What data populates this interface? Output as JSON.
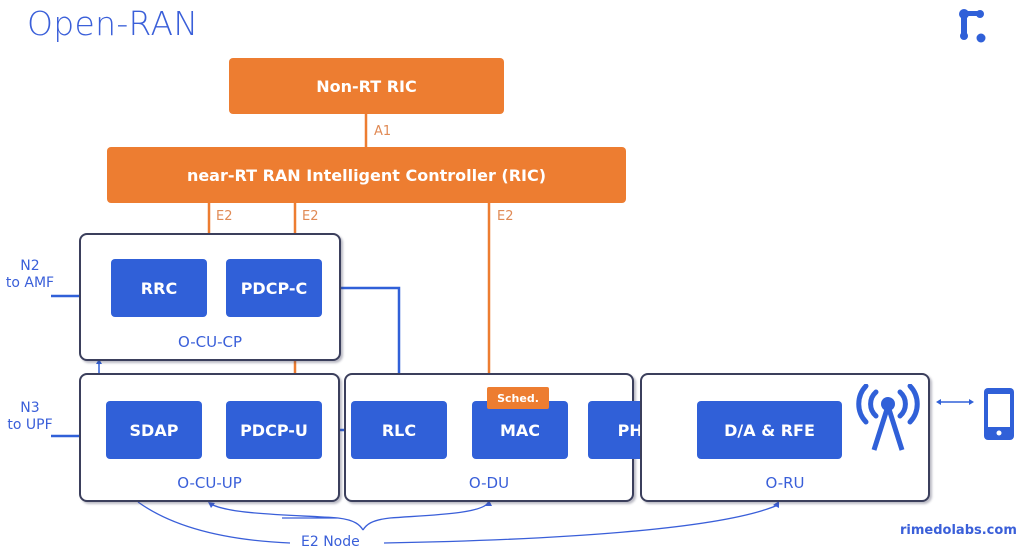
{
  "title": "Open-RAN",
  "logo_icon": "rimedo-logo-icon",
  "colors": {
    "orange": "#ed7d31",
    "blue": "#3060d8",
    "title_blue": "#3a5fd9",
    "border": "#3b3f5c"
  },
  "controllers": {
    "non_rt_ric": "Non-RT RIC",
    "a1_label": "A1",
    "near_rt_ric": "near-RT RAN Intelligent Controller (RIC)",
    "e2_labels": [
      "E2",
      "E2",
      "E2"
    ]
  },
  "external": {
    "n2": [
      "N2",
      "to AMF"
    ],
    "n3": [
      "N3",
      "to UPF"
    ]
  },
  "groups": {
    "o_cu_cp": {
      "label": "O-CU-CP",
      "blocks": [
        "RRC",
        "PDCP-C"
      ]
    },
    "o_cu_up": {
      "label": "O-CU-UP",
      "blocks": [
        "SDAP",
        "PDCP-U"
      ]
    },
    "o_du": {
      "label": "O-DU",
      "blocks": [
        "RLC",
        "MAC",
        "PHY"
      ],
      "sched_badge": "Sched."
    },
    "o_ru": {
      "label": "O-RU",
      "blocks": [
        "D/A & RFE"
      ],
      "icon": "antenna-tower-icon"
    }
  },
  "ue_icon": "smartphone-icon",
  "e2_node_label": "E2 Node",
  "footer_site": "rimedolabs.com"
}
